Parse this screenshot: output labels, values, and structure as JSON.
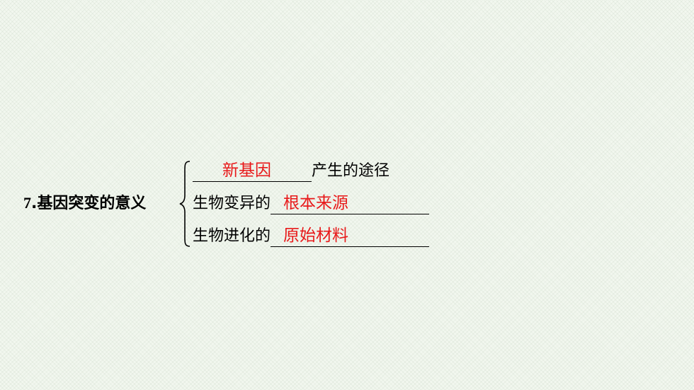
{
  "heading": {
    "number": "7",
    "dot": ".",
    "text": "基因突变的意义"
  },
  "rows": [
    {
      "prefix": "",
      "answer": "新基因",
      "suffix": "产生的途径"
    },
    {
      "prefix": "生物变异的",
      "answer": "根本来源",
      "suffix": ""
    },
    {
      "prefix": "生物进化的",
      "answer": "原始材料",
      "suffix": ""
    }
  ],
  "colors": {
    "answer": "#e8191a",
    "text": "#000000",
    "background": "#f2f7ef"
  }
}
